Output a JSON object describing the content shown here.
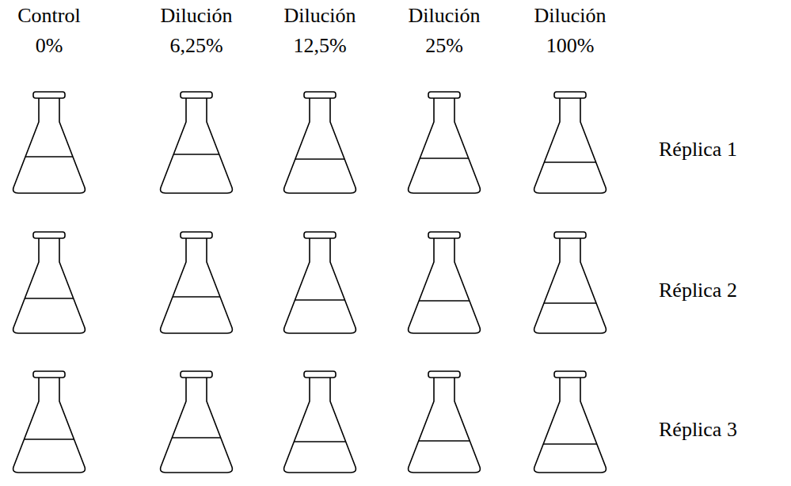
{
  "diagram": {
    "labels": [
      "Control",
      "0%",
      "Dilución",
      "6,25%",
      "Dilución",
      "12,5%",
      "Dilución",
      "25%",
      "Dilución",
      "100%",
      "Réplica 1",
      "Réplica 2",
      "Réplica 3"
    ]
  }
}
